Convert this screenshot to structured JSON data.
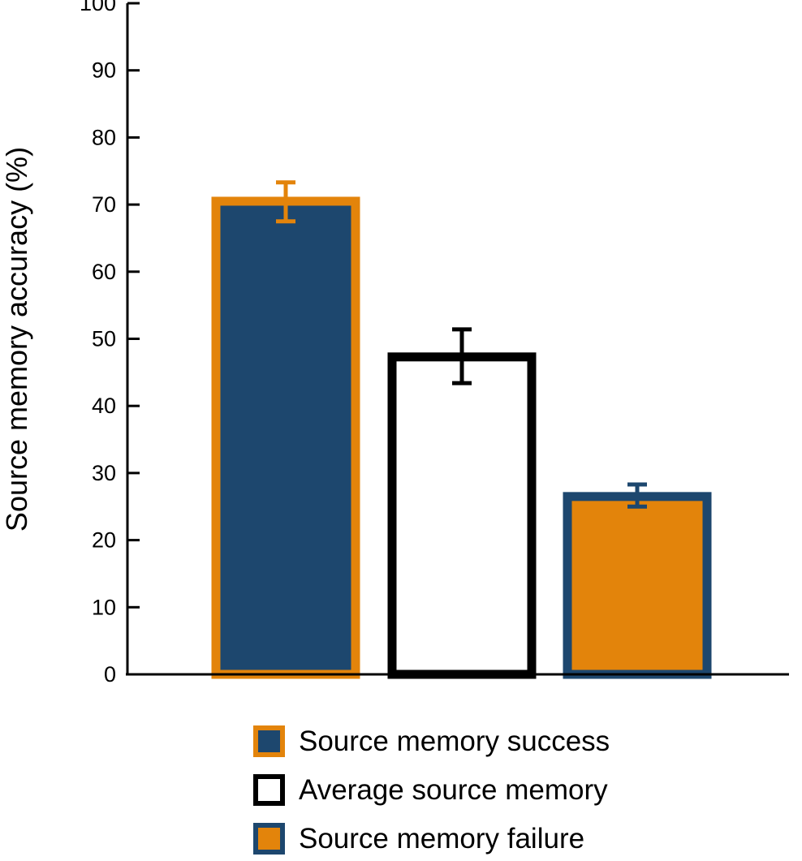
{
  "chart_data": {
    "type": "bar",
    "categories": [
      "Source memory success",
      "Average source memory",
      "Source memory failure"
    ],
    "values": [
      70.5,
      47.3,
      26.5
    ],
    "errors": [
      {
        "low": 67.5,
        "high": 73.3
      },
      {
        "low": 43.4,
        "high": 51.4
      },
      {
        "low": 25.0,
        "high": 28.3
      }
    ],
    "ylabel": "Source memory accuracy (%)",
    "ylim": [
      0,
      100
    ],
    "yticks": [
      0,
      10,
      20,
      30,
      40,
      50,
      60,
      70,
      80,
      90,
      100
    ],
    "grid": false,
    "legend_position": "bottom",
    "legend": [
      {
        "label": "Source memory success",
        "fill": "#1d476e",
        "stroke": "#e3840b"
      },
      {
        "label": "Average source memory",
        "fill": "#ffffff",
        "stroke": "#000000"
      },
      {
        "label": "Source memory failure",
        "fill": "#e3840b",
        "stroke": "#1d476e"
      }
    ],
    "bar_styles": [
      {
        "fill": "#1d476e",
        "stroke": "#e3840b",
        "error_color": "#e3840b"
      },
      {
        "fill": "#ffffff",
        "stroke": "#000000",
        "error_color": "#000000"
      },
      {
        "fill": "#e3840b",
        "stroke": "#1d476e",
        "error_color": "#1d476e"
      }
    ]
  }
}
